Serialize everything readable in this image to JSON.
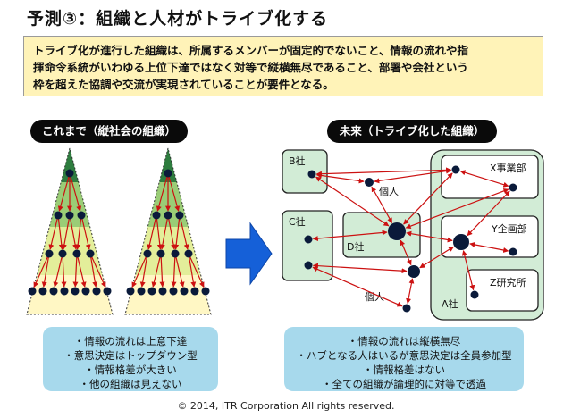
{
  "title": "予測③：組織と人材がトライブ化する",
  "intro": [
    "トライブ化が進行した組織は、所属するメンバーが固定的でないこと、情報の流れや指",
    "揮命令系統がいわゆる上位下達ではなく対等で縦横無尽であること、部署や会社という",
    "枠を超えた協調や交流が実現されていることが要件となる。"
  ],
  "left": {
    "heading": "これまで（縦社会の組織）",
    "points": [
      "・情報の流れは上意下達",
      "・意思決定はトップダウン型",
      "・情報格差が大きい",
      "・他の組織は見えない"
    ]
  },
  "right": {
    "heading": "未来（トライブ化した組織）",
    "labels": {
      "b_company": "B社",
      "c_company": "C社",
      "d_company": "D社",
      "x_division": "X事業部",
      "y_division": "Y企画部",
      "z_lab": "Z研究所",
      "a_company": "A社",
      "individual_top": "個人",
      "individual_bottom": "個人"
    },
    "points": [
      "・情報の流れは縦横無尽",
      "・ハブとなる人はいるが意思決定は全員参加型",
      "・情報格差はない",
      "・全ての組織が論理的に対等で透過"
    ]
  },
  "colors": {
    "pyramid_top": "#2e7d3f",
    "pyramid_band_2": "#9acd76",
    "pyramid_band_3": "#e3ee9a",
    "pyramid_band_4": "#fff7c4",
    "arrow": "#cc1111",
    "node": "#0a1a3a",
    "org_box": "#d2ecd6",
    "big_arrow": "#1560d8",
    "summary_box": "#a7d9ec",
    "intro_box": "#fff3b8"
  },
  "copyright": "© 2014, ITR Corporation All rights reserved."
}
